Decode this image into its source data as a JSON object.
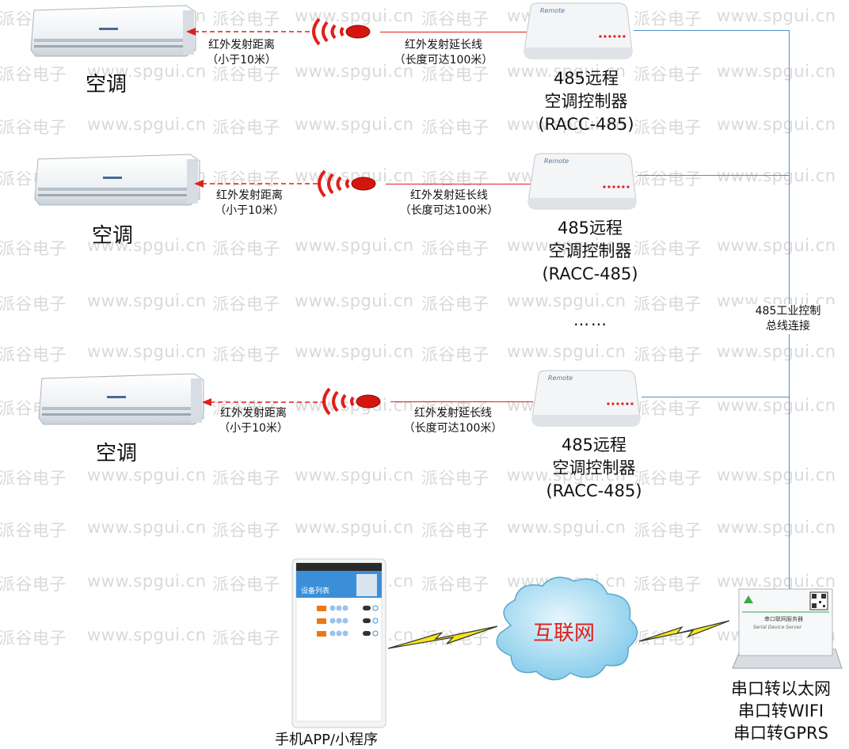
{
  "watermark": {
    "brand": "派谷电子",
    "url": "www.spgui.cn"
  },
  "rows": [
    {
      "ac_label": "空调",
      "ir_distance": [
        "红外发射距离",
        "（小于10米）"
      ],
      "extension": [
        "红外发射延长线",
        "（长度可达100米）"
      ],
      "controller": [
        "485远程",
        "空调控制器",
        "(RACC-485)"
      ]
    },
    {
      "ac_label": "空调",
      "ir_distance": [
        "红外发射距离",
        "（小于10米）"
      ],
      "extension": [
        "红外发射延长线",
        "（长度可达100米）"
      ],
      "controller": [
        "485远程",
        "空调控制器",
        "(RACC-485)"
      ]
    },
    {
      "ac_label": "空调",
      "ir_distance": [
        "红外发射距离",
        "（小于10米）"
      ],
      "extension": [
        "红外发射延长线",
        "（长度可达100米）"
      ],
      "controller": [
        "485远程",
        "空调控制器",
        "(RACC-485)"
      ]
    }
  ],
  "controller_brand": "Remote",
  "ellipsis": "……",
  "bus_label": [
    "485工业控制",
    "总线连接"
  ],
  "cloud_label": "互联网",
  "phone": {
    "title": "设备列表",
    "label": "手机APP/小程序"
  },
  "server": {
    "title": "串口联网服务器",
    "subtitle": "Serial Device Server",
    "labels": [
      "串口转以太网",
      "串口转WIFI",
      "串口转GPRS"
    ]
  },
  "colors": {
    "ir_line": "#e0201a",
    "bus_line": "#4f8fc7",
    "cloud_text": "#e0201a"
  }
}
